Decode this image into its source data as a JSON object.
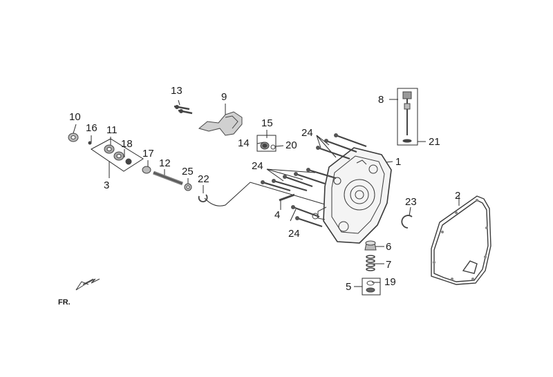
{
  "callouts": {
    "p1": "1",
    "p2": "2",
    "p3": "3",
    "p4": "4",
    "p5": "5",
    "p6": "6",
    "p7": "7",
    "p8": "8",
    "p9": "9",
    "p10": "10",
    "p11": "11",
    "p12": "12",
    "p13": "13",
    "p14": "14",
    "p15": "15",
    "p16": "16",
    "p17": "17",
    "p18": "18",
    "p19": "19",
    "p20": "20",
    "p21": "21",
    "p22": "22",
    "p23": "23",
    "p24a": "24",
    "p24b": "24",
    "p24c": "24",
    "p25": "25"
  },
  "direction_label": "FR.",
  "colors": {
    "line": "#2b2b2b",
    "part": "#555555",
    "part_fill": "#9a9a9a"
  }
}
